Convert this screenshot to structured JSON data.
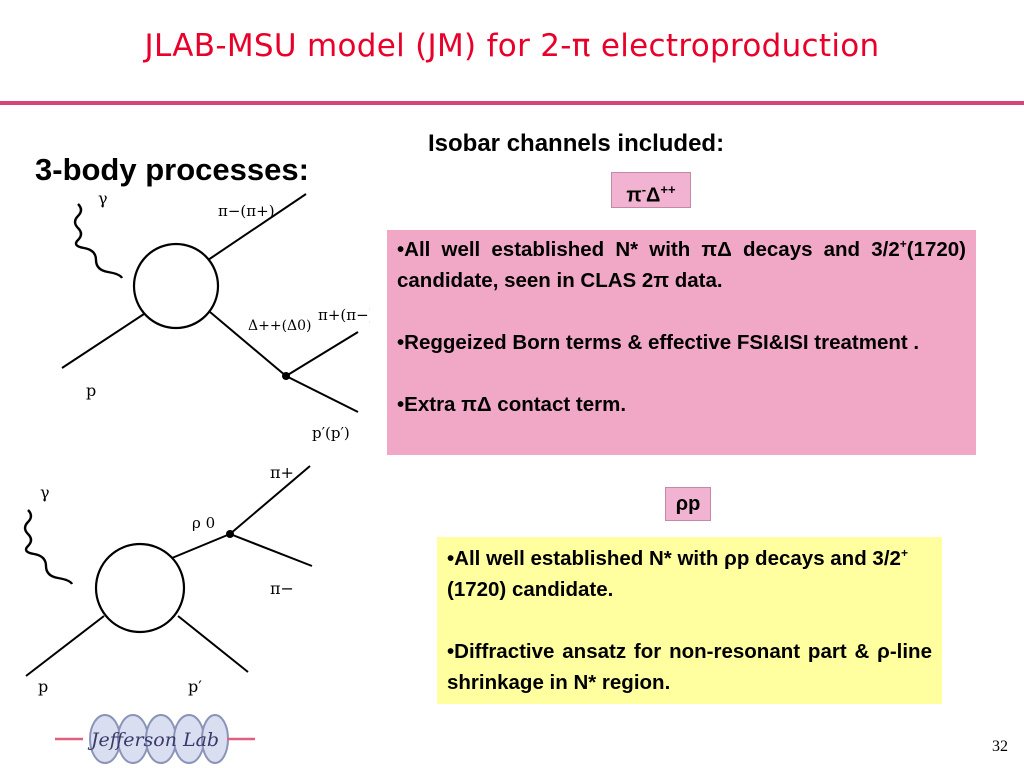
{
  "slide": {
    "title": "JLAB-MSU model (JM) for 2-π  electroproduction",
    "heading_3body": "3-body processes:",
    "isobar_heading": "Isobar channels included:",
    "page_number": "32"
  },
  "channel1": {
    "tag_main": "π",
    "tag_sup1": "-",
    "tag_delta": "Δ",
    "tag_sup2": "++",
    "b1_pre": "•All well established N* with ",
    "b1_sym": "πΔ",
    "b1_mid": " decays and 3/2",
    "b1_sup": "+",
    "b1_mid2": "(1720) candidate, seen in CLAS 2",
    "b1_pi": "π",
    "b1_end": " data.",
    "b2": "•Reggeized Born terms & effective FSI&ISI treatment .",
    "b3_pre": "•Extra ",
    "b3_sym": "πΔ",
    "b3_end": " contact term."
  },
  "channel2": {
    "tag_rho": "ρ",
    "tag_p": "p",
    "b1_pre": "•All well established N* with ",
    "b1_rho": "ρ",
    "b1_mid": "p decays and 3/2",
    "b1_sup": "+",
    "b1_end": "(1720) candidate.",
    "b2_pre": "•Diffractive ansatz for non-resonant part & ",
    "b2_rho": "ρ",
    "b2_end": "-line shrinkage in N* region."
  },
  "diagram1": {
    "gamma": "γ",
    "pi_out": "π−(π+)",
    "delta": "Δ++(Δ0)",
    "pi_in_decay": "π+(π−)",
    "p_in": "p",
    "p_out": "p′(p′)"
  },
  "diagram2": {
    "gamma": "γ",
    "rho": "ρ 0",
    "pi_plus": "π+",
    "pi_minus": "π−",
    "p_in": "p",
    "p_out": "p′"
  },
  "logo": {
    "text": "Jefferson Lab"
  },
  "colors": {
    "title": "#e8002a",
    "rule": "#d6447a",
    "pink_box": "#f0a8c6",
    "yellow_box": "#ffffa0",
    "tag": "#f2b3d2"
  }
}
